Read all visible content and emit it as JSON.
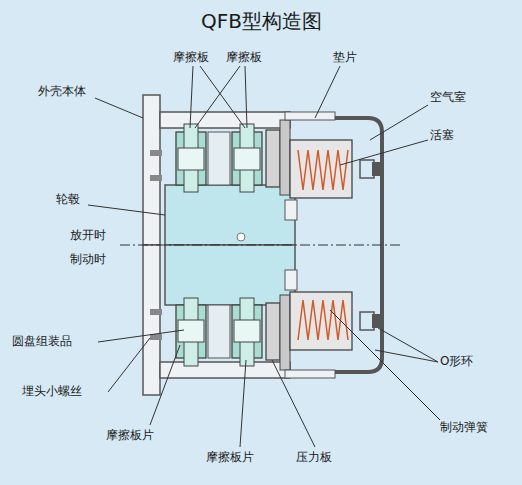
{
  "diagram": {
    "title": "QFB型构造图",
    "labels": [
      "摩擦板",
      "摩擦板",
      "垫片",
      "外壳本体",
      "空气室",
      "活塞",
      "轮毂",
      "放开时",
      "制动时",
      "圆盘组装品",
      "O形环",
      "埋头小螺丝",
      "摩擦板片",
      "制动弹簧",
      "摩擦板片",
      "压力板"
    ]
  }
}
